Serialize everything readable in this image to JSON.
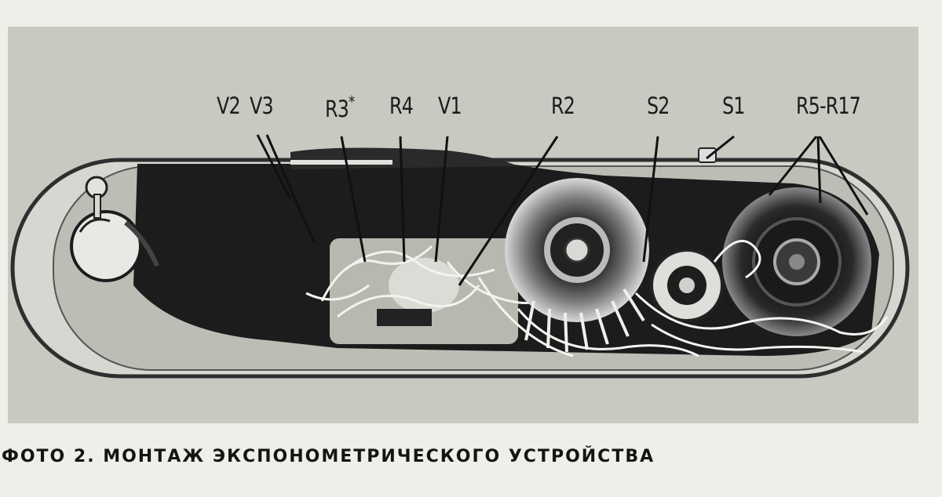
{
  "labels": {
    "v2": "V2",
    "v3": "V3",
    "r3": "R3",
    "r3_mark": "*",
    "r4": "R4",
    "v1": "V1",
    "r2": "R2",
    "s2": "S2",
    "s1": "S1",
    "r5_r17": "R5-R17"
  },
  "caption": "ФОТО 2. МОНТАЖ ЭКСПОНОМЕТРИЧЕСКОГО УСТРОЙСТВА"
}
